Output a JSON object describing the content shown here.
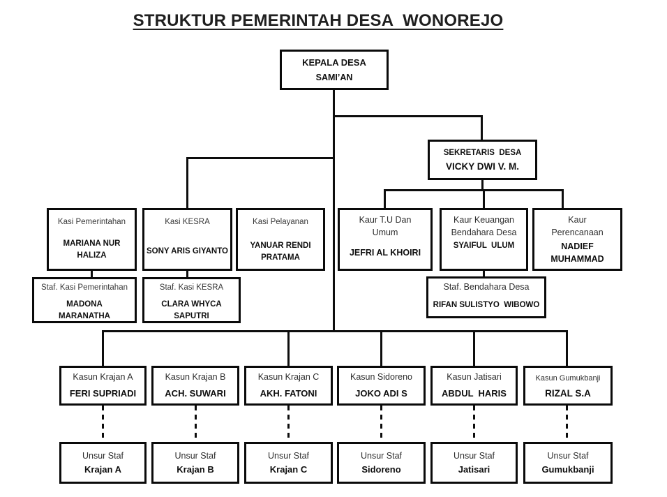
{
  "title": "STRUKTUR PEMERINTAH DESA  WONOREJO",
  "colors": {
    "line": "#0d0d0d",
    "text": "#1a1a1a",
    "background": "#ffffff"
  },
  "nodes": {
    "kepala_desa": {
      "role": "KEPALA DESA",
      "name": "SAMI’AN"
    },
    "sekretaris": {
      "role": "SEKRETARIS  DESA",
      "name": "VICKY DWI V. M."
    },
    "kasi_pemerintahan": {
      "role": "Kasi Pemerintahan",
      "name": "MARIANA NUR\nHALIZA"
    },
    "kasi_kesra": {
      "role": "Kasi KESRA",
      "name": "SONY ARIS GIYANTO"
    },
    "kasi_pelayanan": {
      "role": "Kasi Pelayanan",
      "name": "YANUAR RENDI\nPRATAMA"
    },
    "kaur_tu": {
      "role": "Kaur T.U Dan\nUmum",
      "name": "JEFRI AL KHOIRI"
    },
    "kaur_keuangan": {
      "role": "Kaur Keuangan\nBendahara Desa",
      "name": "SYAIFUL  ULUM"
    },
    "kaur_perencanaan": {
      "role": "Kaur\nPerencanaan",
      "name": "NADIEF\nMUHAMMAD"
    },
    "staf_kasi_pemerintahan": {
      "role": "Staf. Kasi Pemerintahan",
      "name": "MADONA\nMARANATHA"
    },
    "staf_kasi_kesra": {
      "role": "Staf. Kasi KESRA",
      "name": "CLARA WHYCA\nSAPUTRI"
    },
    "staf_bendahara": {
      "role": "Staf. Bendahara Desa",
      "name": "RIFAN SULISTYO  WIBOWO"
    },
    "kasun_krajan_a": {
      "role": "Kasun Krajan A",
      "name": "FERI SUPRIADI"
    },
    "kasun_krajan_b": {
      "role": "Kasun Krajan B",
      "name": "ACH. SUWARI"
    },
    "kasun_krajan_c": {
      "role": "Kasun Krajan C",
      "name": "AKH. FATONI"
    },
    "kasun_sidoreno": {
      "role": "Kasun Sidoreno",
      "name": "JOKO ADI S"
    },
    "kasun_jatisari": {
      "role": "Kasun Jatisari",
      "name": "ABDUL  HARIS"
    },
    "kasun_gumukbanji": {
      "role": "Kasun Gumukbanji",
      "name": "RIZAL S.A"
    },
    "unsur_krajan_a": {
      "role": "Unsur Staf",
      "name": "Krajan A"
    },
    "unsur_krajan_b": {
      "role": "Unsur Staf",
      "name": "Krajan B"
    },
    "unsur_krajan_c": {
      "role": "Unsur Staf",
      "name": "Krajan C"
    },
    "unsur_sidoreno": {
      "role": "Unsur Staf",
      "name": "Sidoreno"
    },
    "unsur_jatisari": {
      "role": "Unsur Staf",
      "name": "Jatisari"
    },
    "unsur_gumukbanji": {
      "role": "Unsur Staf",
      "name": "Gumukbanji"
    }
  }
}
